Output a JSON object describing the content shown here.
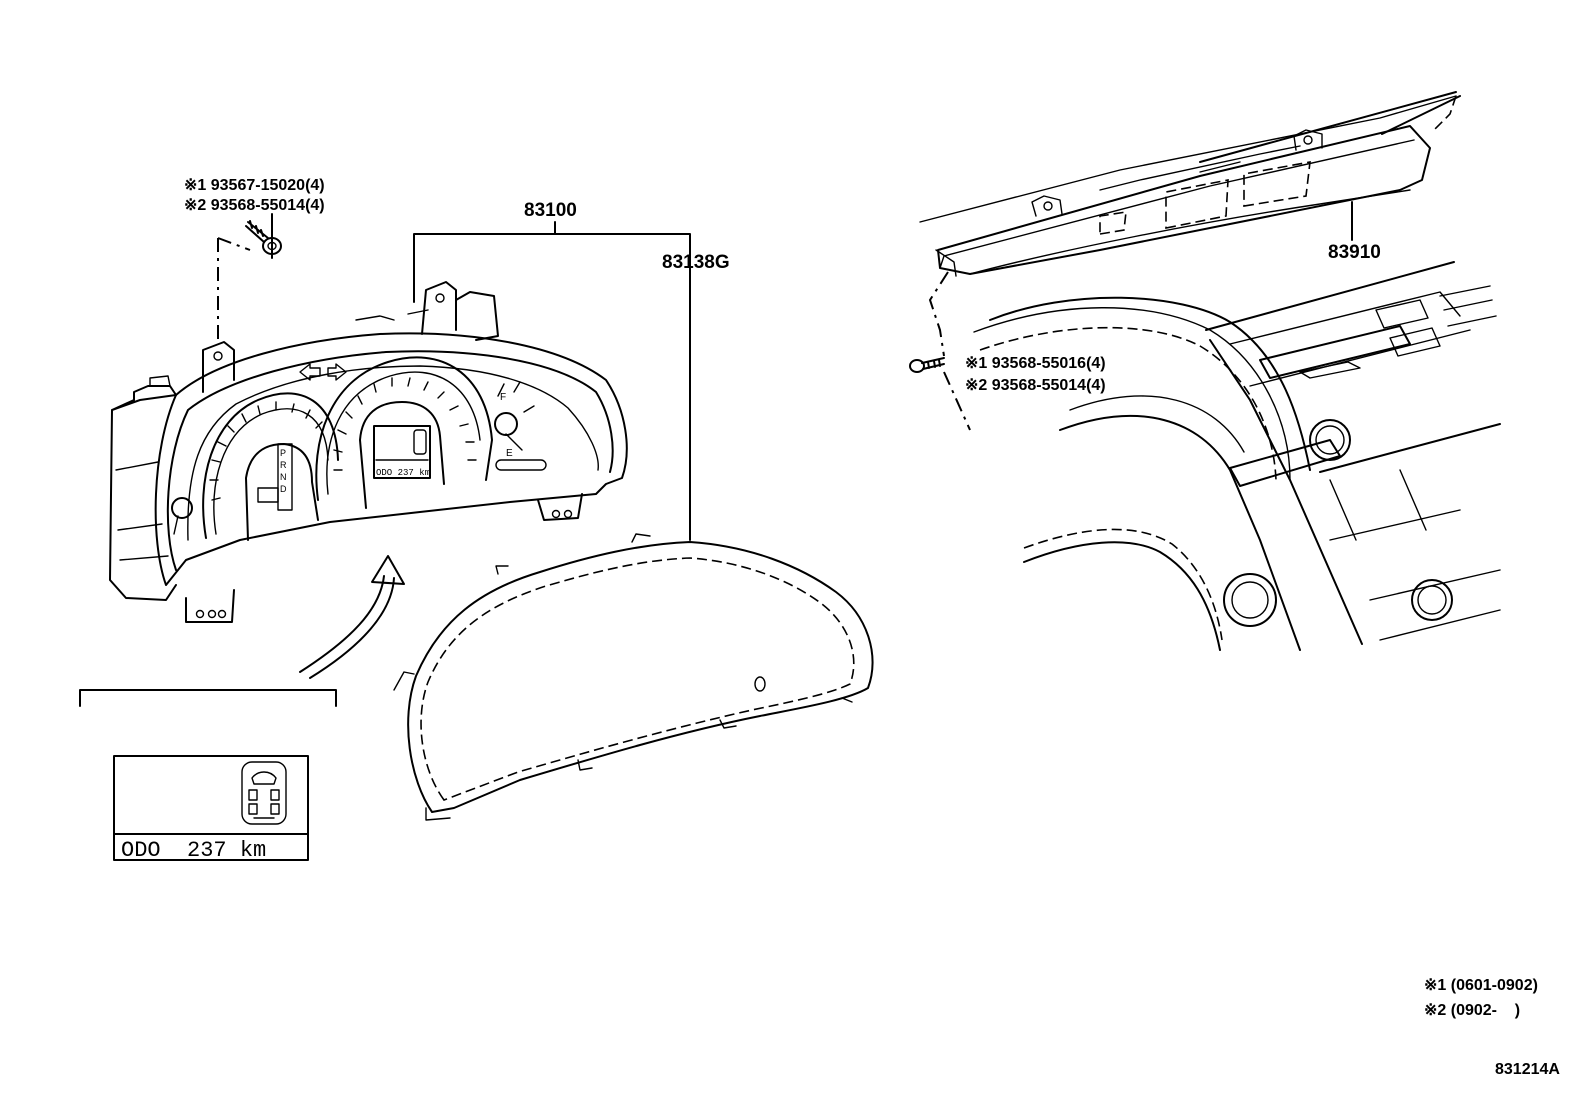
{
  "callouts": {
    "cluster_assembly": "83100",
    "glass_cover": "83138G",
    "display_unit": "83910"
  },
  "screw_left": {
    "line1": "※1 93567-15020(4)",
    "line2": "※2 93568-55014(4)"
  },
  "screw_right": {
    "line1": "※1 93568-55016(4)",
    "line2": "※2 93568-55014(4)"
  },
  "odo_display": {
    "text": "ODO  237 km"
  },
  "gauge_display": {
    "text": "ODO 237 km"
  },
  "legend": {
    "note1": "※1 (0601-0902)",
    "note2": "※2 (0902-    )"
  },
  "illustration_number": "831214A"
}
